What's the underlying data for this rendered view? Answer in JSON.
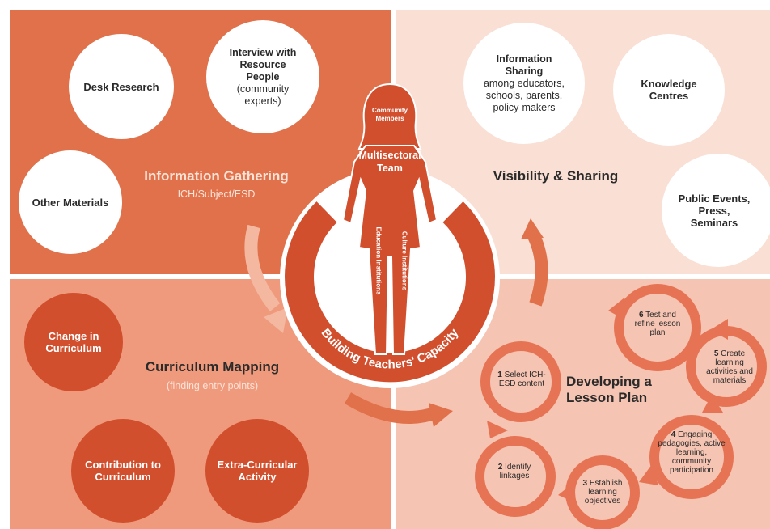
{
  "quadrants": {
    "information_gathering": {
      "title": "Information Gathering",
      "subtitle": "ICH/Subject/ESD",
      "bubbles": {
        "desk_research": "Desk Research",
        "interview_title": "Interview with Resource People",
        "interview_sub": "(community experts)",
        "other_materials": "Other Materials"
      }
    },
    "visibility_sharing": {
      "title": "Visibility & Sharing",
      "bubbles": {
        "info_sharing_title": "Information Sharing",
        "info_sharing_sub": "among educators, schools, parents, policy-makers",
        "knowledge_centres": "Knowledge Centres",
        "public_events": "Public Events, Press, Seminars"
      }
    },
    "curriculum_mapping": {
      "title": "Curriculum Mapping",
      "subtitle": "(finding entry points)",
      "bubbles": {
        "change": "Change in Curriculum",
        "contribution": "Contribution to Curriculum",
        "extra": "Extra-Curricular Activity"
      }
    },
    "lesson_plan": {
      "title": "Developing a Lesson Plan",
      "steps": [
        {
          "num": "1",
          "text": "Select ICH-ESD content"
        },
        {
          "num": "2",
          "text": "Identify linkages"
        },
        {
          "num": "3",
          "text": "Establish learning objectives"
        },
        {
          "num": "4",
          "text": "Engaging pedagogies, active learning, community participation"
        },
        {
          "num": "5",
          "text": "Create learning activities and materials"
        },
        {
          "num": "6",
          "text": "Test and refine lesson plan"
        }
      ]
    }
  },
  "center": {
    "community_members": "Community Members",
    "multisectoral_team": "Multisectoral Team",
    "education_institutions": "Education Institutions",
    "culture_institutions": "Culture Institutions",
    "arc_label": "Building Teachers' Capacity"
  },
  "colors": {
    "dark_red": "#d24f2e",
    "tl_bg": "#e0714a",
    "tr_bg": "#f9dfd4",
    "bl_bg": "#ef9a7c",
    "br_bg": "#f6c4b2"
  }
}
